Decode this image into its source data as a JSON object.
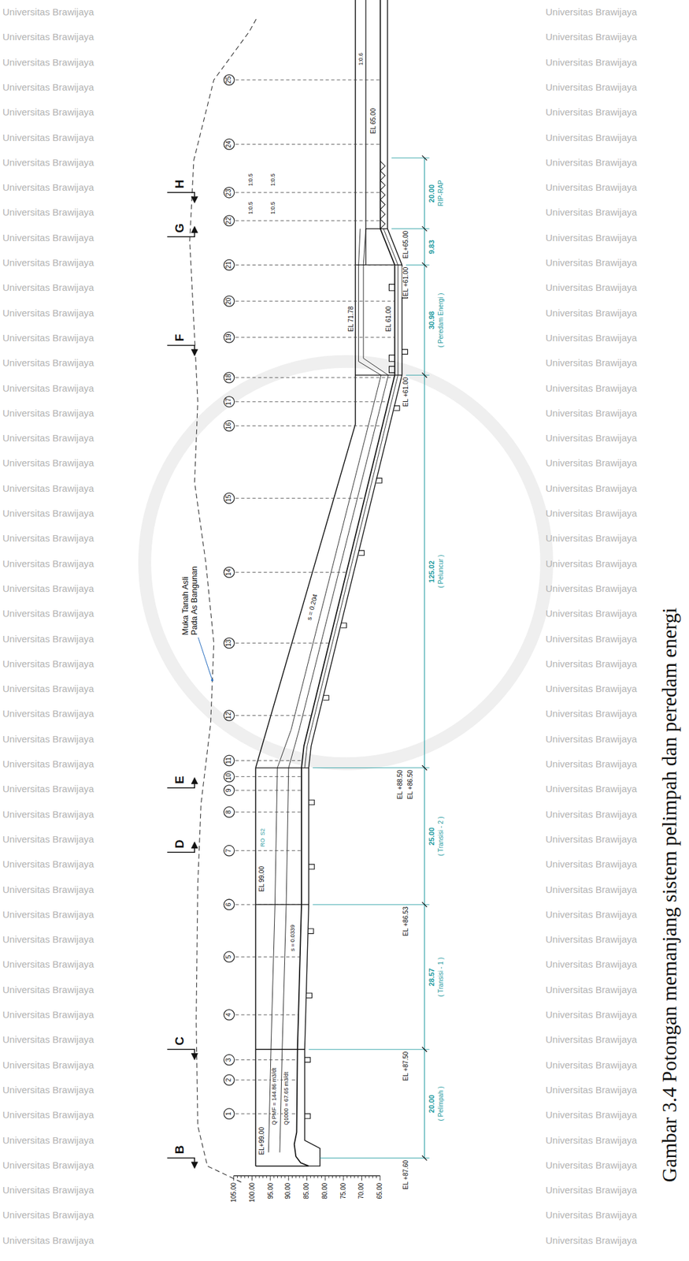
{
  "diagram": {
    "caption": "Gambar 3.4 Potongan memanjang sistem pelimpah dan peredam energi",
    "nodes": [
      {
        "text": [
          "1"
        ]
      },
      {
        "text": [
          "2"
        ]
      },
      {
        "text": [
          "3"
        ]
      },
      {
        "text": [
          "4"
        ]
      },
      {
        "text": [
          "5"
        ]
      },
      {
        "text": [
          "6"
        ]
      },
      {
        "text": [
          "7"
        ]
      },
      {
        "text": [
          "8"
        ]
      },
      {
        "text": [
          "9"
        ]
      },
      {
        "text": [
          "10"
        ]
      },
      {
        "text": [
          "11"
        ]
      },
      {
        "text": [
          "12"
        ]
      },
      {
        "text": [
          "13"
        ]
      },
      {
        "text": [
          "14"
        ]
      },
      {
        "text": [
          "15"
        ]
      },
      {
        "text": [
          "16"
        ]
      },
      {
        "text": [
          "17"
        ]
      },
      {
        "text": [
          "18"
        ]
      },
      {
        "text": [
          "19"
        ]
      },
      {
        "text": [
          "20"
        ]
      },
      {
        "text": [
          "21"
        ]
      },
      {
        "text": [
          "22"
        ]
      },
      {
        "text": [
          "23"
        ]
      },
      {
        "text": [
          "24"
        ]
      },
      {
        "text": [
          "25"
        ]
      }
    ],
    "labels": [
      "B",
      "C",
      "D",
      "E",
      "F",
      "G",
      "H",
      "Muka Tanah Asli Pada As Bangunan",
      "EL+99.00",
      "Q PMF = 144.86 m3/dt",
      "Q1000 = 67.65 m3/dt",
      "s = 0.0339",
      "EL 99.00",
      "RO",
      "S2",
      "s = 0.204",
      "EL 71.78",
      "EL 61.00",
      "1:0.5",
      "1:0.5",
      "1:0.5",
      "1:0.5",
      "EL 65.00",
      "1:0.6",
      "EL +87.60",
      "EL +87.50",
      "EL +86.53",
      "EL +88.50",
      "EL +86.50",
      "EL +61.00",
      "EL +61.00",
      "EL+65.00",
      "20.00",
      "( Pelimpah )",
      "28.57",
      "( Transisi - 1 )",
      "25.00",
      "( Transisi - 2 )",
      "125.02",
      "( Peluncur )",
      "30.98",
      "( Peredam Energi )",
      "9.83",
      "20.00",
      "RIP-RAP",
      "105.00",
      "100.00",
      "95.00",
      "90.00",
      "85.00",
      "80.00",
      "75.00",
      "70.00",
      "65.00",
      "Universitas Brawijaya",
      "Universitas Brawijaya",
      "Universitas Brawijaya",
      "Universitas Brawijaya",
      "Universitas Brawijaya",
      "Universitas Brawijaya",
      "Universitas Brawijaya",
      "Universitas Brawijaya",
      "Universitas Brawijaya",
      "Universitas Brawijaya",
      "Universitas Brawijaya",
      "Universitas Brawijaya",
      "Universitas Brawijaya",
      "Universitas Brawijaya",
      "Universitas Brawijaya",
      "Universitas Brawijaya",
      "Universitas Brawijaya",
      "Universitas Brawijaya",
      "Universitas Brawijaya",
      "Universitas Brawijaya",
      "Universitas Brawijaya",
      "Universitas Brawijaya",
      "Universitas Brawijaya",
      "Universitas Brawijaya",
      "Universitas Brawijaya",
      "Universitas Brawijaya",
      "Universitas Brawijaya",
      "Universitas Brawijaya",
      "Universitas Brawijaya",
      "Universitas Brawijaya",
      "Universitas Brawijaya",
      "Universitas Brawijaya",
      "Universitas Brawijaya",
      "Universitas Brawijaya",
      "Universitas Brawijaya",
      "Universitas Brawijaya",
      "Universitas Brawijaya",
      "Universitas Brawijaya",
      "Universitas Brawijaya",
      "Universitas Brawijaya",
      "Universitas Brawijaya",
      "Universitas Brawijaya",
      "Universitas Brawijaya",
      "Universitas Brawijaya",
      "Universitas Brawijaya",
      "Universitas Brawijaya",
      "Universitas Brawijaya",
      "Universitas Brawijaya",
      "Universitas Brawijaya",
      "Universitas Brawijaya",
      "Universitas Brawijaya",
      "Universitas Brawijaya",
      "Universitas Brawijaya",
      "Universitas Brawijaya",
      "Universitas Brawijaya",
      "Universitas Brawijaya",
      "Universitas Brawijaya",
      "Universitas Brawijaya",
      "Universitas Brawijaya",
      "Universitas Brawijaya",
      "Universitas Brawijaya",
      "Universitas Brawijaya",
      "Universitas Brawijaya",
      "Universitas Brawijaya",
      "Universitas Brawijaya",
      "Universitas Brawijaya",
      "Universitas Brawijaya",
      "Universitas Brawijaya",
      "Universitas Brawijaya",
      "Universitas Brawijaya",
      "Universitas Brawijaya",
      "Universitas Brawijaya",
      "Universitas Brawijaya",
      "Universitas Brawijaya",
      "Universitas Brawijaya",
      "Universitas Brawijaya",
      "Universitas Brawijaya",
      "Universitas Brawijaya",
      "Universitas Brawijaya",
      "Universitas Brawijaya",
      "Universitas Brawijaya",
      "Universitas Brawijaya",
      "Universitas Brawijaya",
      "Universitas Brawijaya",
      "Universitas Brawijaya",
      "Universitas Brawijaya",
      "Universitas Brawijaya",
      "Universitas Brawijaya",
      "Universitas Brawijaya",
      "Universitas Brawijaya",
      "Universitas Brawijaya",
      "Universitas Brawijaya",
      "Universitas Brawijaya",
      "Universitas Brawijaya",
      "Universitas Brawijaya",
      "Universitas Brawijaya",
      "Universitas Brawijaya",
      "Universitas Brawijaya",
      "Universitas Brawijaya",
      "Universitas Brawijaya"
    ]
  }
}
